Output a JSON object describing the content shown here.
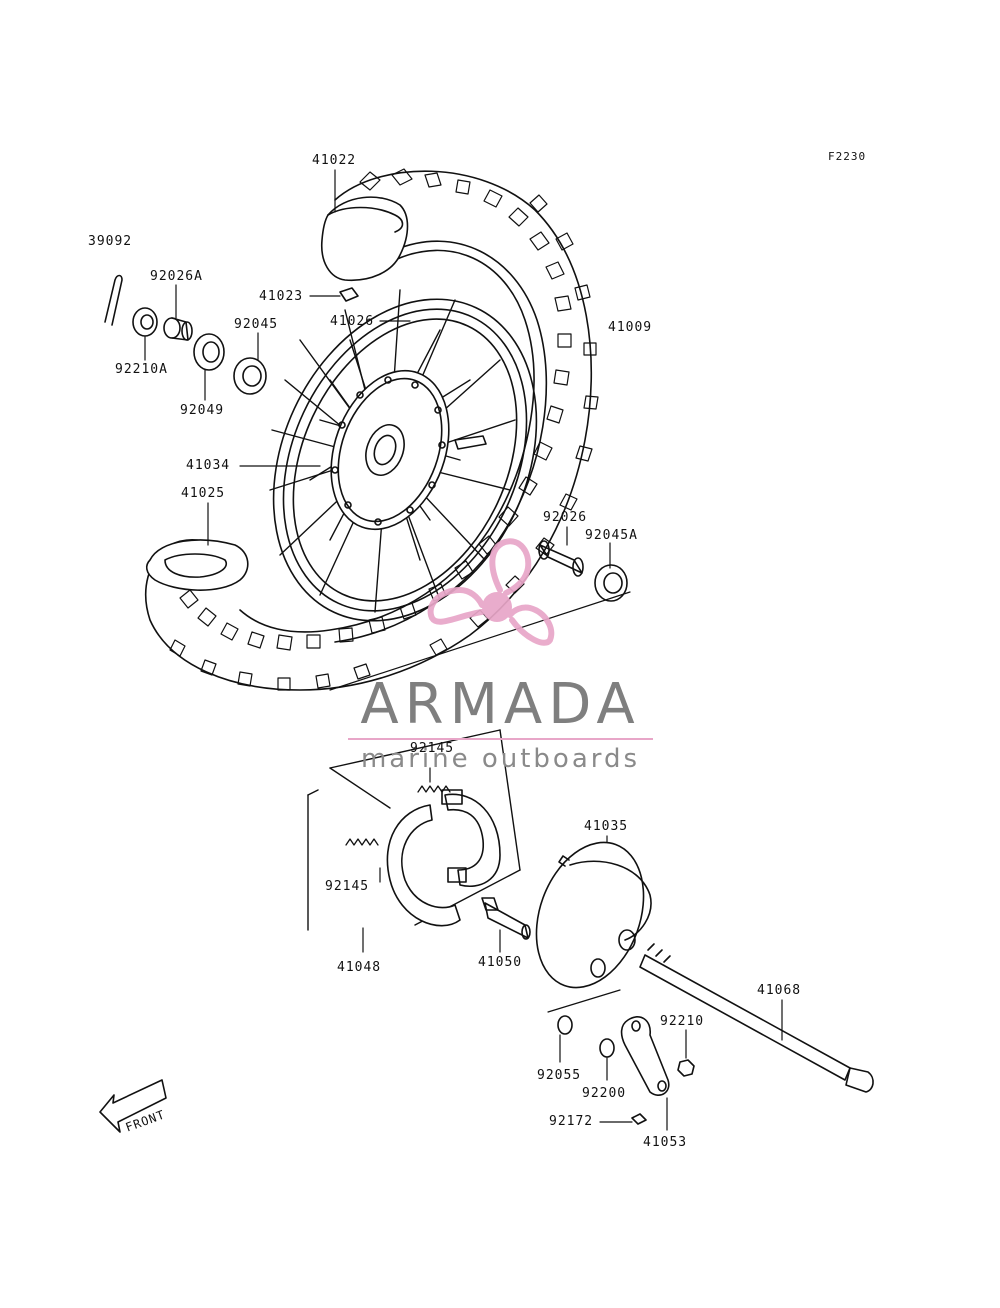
{
  "diagram_code": "F2230",
  "parts": [
    {
      "id": "p41022",
      "num": "41022"
    },
    {
      "id": "p39092",
      "num": "39092"
    },
    {
      "id": "p92026a",
      "num": "92026A"
    },
    {
      "id": "p41023",
      "num": "41023"
    },
    {
      "id": "p92045",
      "num": "92045"
    },
    {
      "id": "p41026",
      "num": "41026"
    },
    {
      "id": "p41009",
      "num": "41009"
    },
    {
      "id": "p92210a",
      "num": "92210A"
    },
    {
      "id": "p92049",
      "num": "92049"
    },
    {
      "id": "p41034",
      "num": "41034"
    },
    {
      "id": "p41025",
      "num": "41025"
    },
    {
      "id": "p92026",
      "num": "92026"
    },
    {
      "id": "p92045a",
      "num": "92045A"
    },
    {
      "id": "p92145_top",
      "num": "92145"
    },
    {
      "id": "p41035",
      "num": "41035"
    },
    {
      "id": "p92145_left",
      "num": "92145"
    },
    {
      "id": "p41048",
      "num": "41048"
    },
    {
      "id": "p41050",
      "num": "41050"
    },
    {
      "id": "p41068",
      "num": "41068"
    },
    {
      "id": "p92210",
      "num": "92210"
    },
    {
      "id": "p92055",
      "num": "92055"
    },
    {
      "id": "p92200",
      "num": "92200"
    },
    {
      "id": "p92172",
      "num": "92172"
    },
    {
      "id": "p41053",
      "num": "41053"
    }
  ],
  "front_marker": "FRONT",
  "watermark": {
    "title": "ARMADA",
    "subtitle": "marine outboards",
    "logo_color": "#e8a6c8",
    "text_color": "#7f7f7f"
  }
}
